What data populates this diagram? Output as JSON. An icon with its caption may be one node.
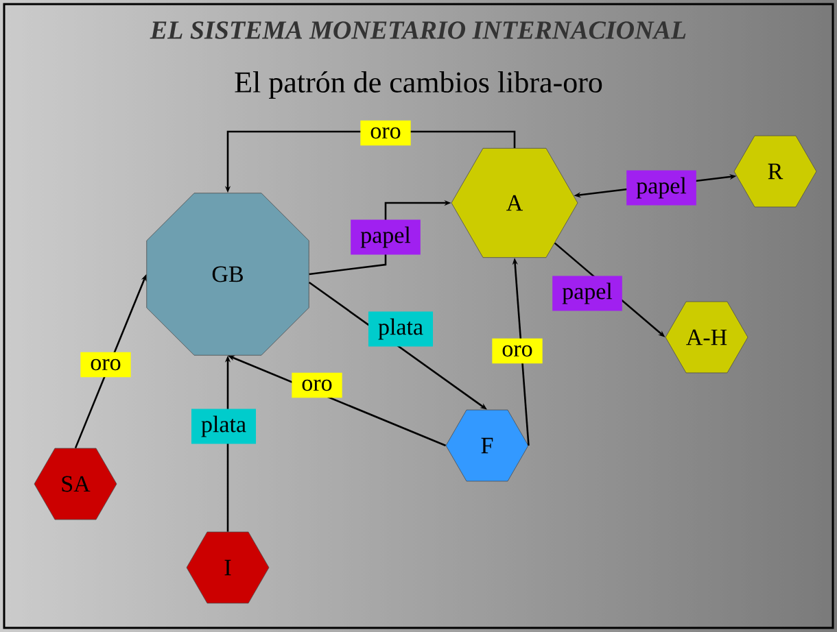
{
  "diagram": {
    "title": "EL SISTEMA MONETARIO INTERNACIONAL",
    "caption": "El patrón de cambios libra-oro",
    "nodes": [
      {
        "text": [
          "GB"
        ]
      },
      {
        "text": [
          "A"
        ]
      },
      {
        "text": [
          "R"
        ]
      },
      {
        "text": [
          "A-H"
        ]
      },
      {
        "text": [
          "F"
        ]
      },
      {
        "text": [
          "SA"
        ]
      },
      {
        "text": [
          "I"
        ]
      }
    ],
    "edges": [
      {
        "from": 1,
        "to": 0,
        "arrow": "to",
        "label": "oro"
      },
      {
        "from": 0,
        "to": 1,
        "arrow": "to",
        "label": "papel"
      },
      {
        "from": 0,
        "to": 4,
        "arrow": "to",
        "label": "plata"
      },
      {
        "from": 4,
        "to": 0,
        "arrow": "to",
        "label": "oro"
      },
      {
        "from": 6,
        "to": 0,
        "arrow": "to",
        "label": "plata"
      },
      {
        "from": 5,
        "to": 0,
        "arrow": "to",
        "label": "oro"
      },
      {
        "from": 4,
        "to": 1,
        "arrow": "to",
        "label": "oro"
      },
      {
        "from": 1,
        "to": 2,
        "arrow": "both",
        "label": "papel"
      },
      {
        "from": 1,
        "to": 3,
        "arrow": "to",
        "label": "papel"
      }
    ]
  }
}
